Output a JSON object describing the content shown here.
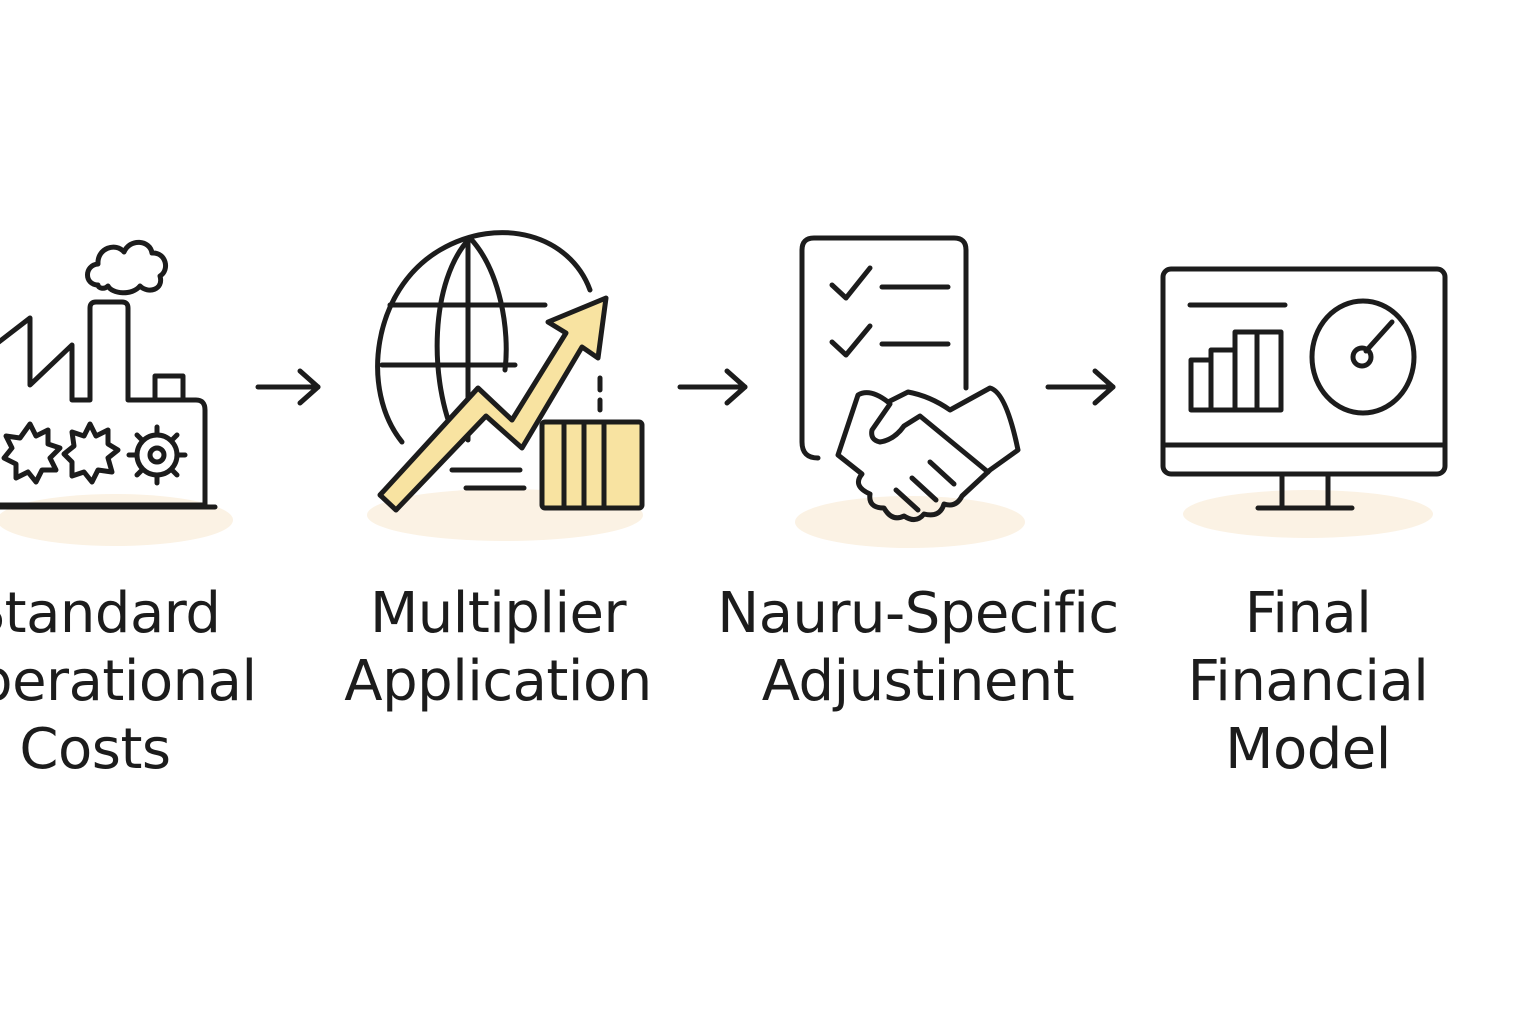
{
  "colors": {
    "stroke": "#1c1c1c",
    "accent_fill": "#f8e3a1",
    "shadow": "#fbf2e4",
    "background": "#ffffff"
  },
  "steps": [
    {
      "icon": "factory-icon",
      "label_lines": [
        "Standard",
        "Operational",
        "Costs"
      ]
    },
    {
      "icon": "globe-growth-icon",
      "label_lines": [
        "Multiplier",
        "Application"
      ]
    },
    {
      "icon": "checklist-handshake-icon",
      "label_lines": [
        "Nauru-Specific",
        "Adjustinent"
      ]
    },
    {
      "icon": "monitor-dashboard-icon",
      "label_lines": [
        "Final",
        "Financial",
        "Model"
      ]
    }
  ],
  "connectors": [
    "arrow-right-icon",
    "arrow-right-icon",
    "arrow-right-icon"
  ]
}
